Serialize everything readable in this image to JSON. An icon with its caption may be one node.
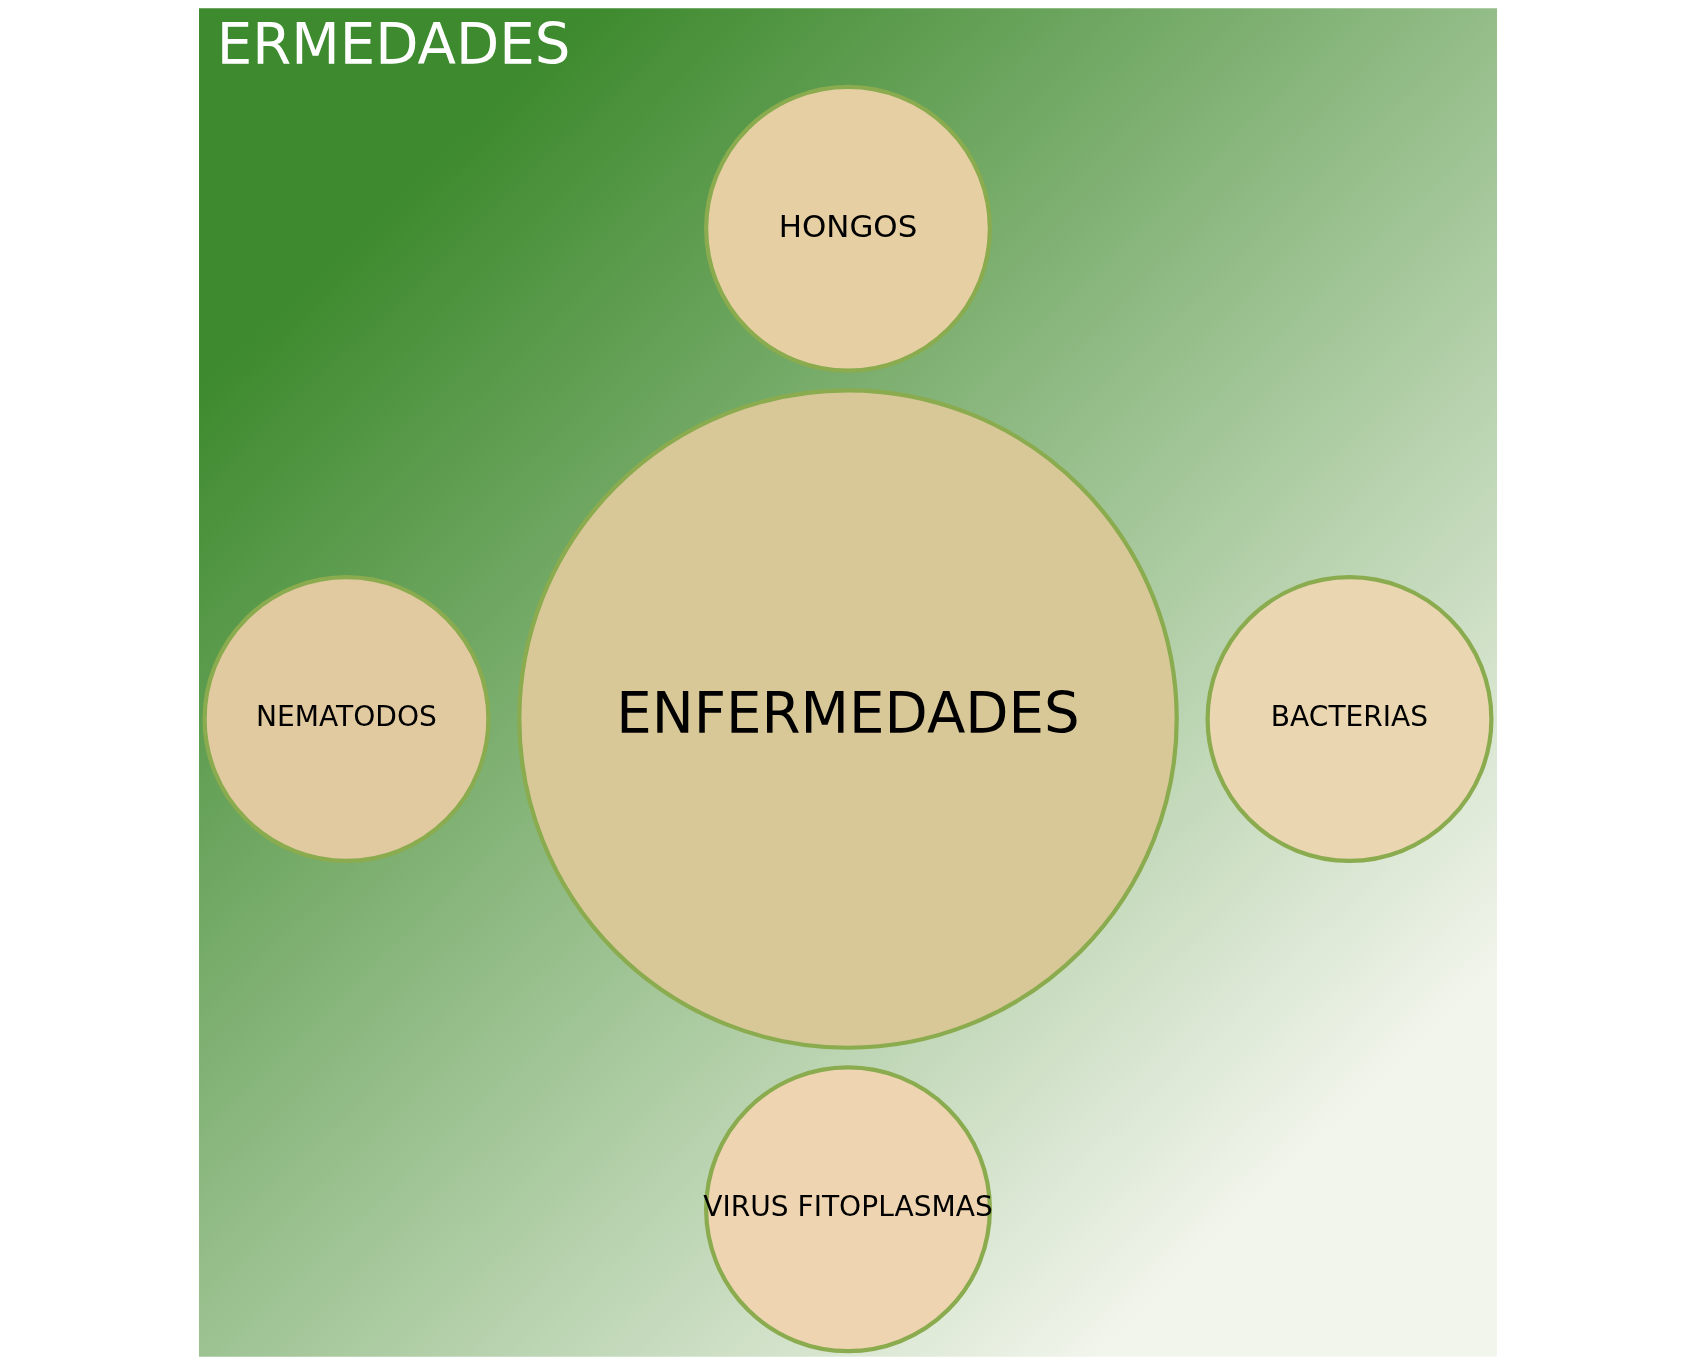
{
  "diagram": {
    "title": "ERMEDADES",
    "nodes": [
      {
        "text": [
          "HONGOS"
        ]
      },
      {
        "text": [
          "NEMATODOS"
        ]
      },
      {
        "text": [
          "ENFERMEDADES"
        ]
      },
      {
        "text": [
          "BACTERIAS"
        ]
      },
      {
        "text": [
          "VIRUS FITOPLASMAS"
        ]
      }
    ],
    "edges": []
  }
}
